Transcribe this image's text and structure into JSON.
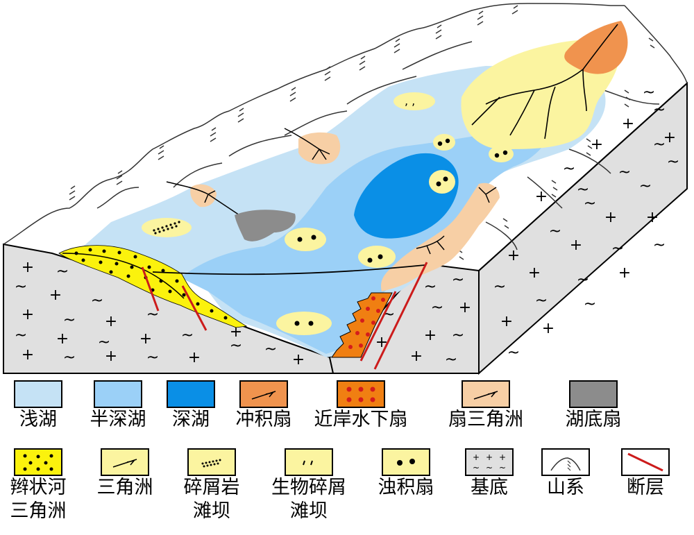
{
  "colors": {
    "shallow_lake": "#c5e2f5",
    "semi_deep_lake": "#9bd0f7",
    "deep_lake": "#0a8fe6",
    "alluvial_fan": "#f0934e",
    "nearshore_subaqueous_fan": "#f07f12",
    "fan_delta": "#f7cfa5",
    "sublacustrine_fan": "#8c8c8c",
    "braided_delta": "#fbf20d",
    "delta": "#fbf4a0",
    "basement": "#e0e0e0",
    "fault": "#cc1b1b"
  },
  "legend": [
    {
      "key": "shallow_lake",
      "label": "浅湖",
      "icon": "solid-swatch"
    },
    {
      "key": "semi_deep_lake",
      "label": "半深湖",
      "icon": "solid-swatch"
    },
    {
      "key": "deep_lake",
      "label": "深湖",
      "icon": "solid-swatch"
    },
    {
      "key": "alluvial_fan",
      "label": "冲积扇",
      "icon": "channel-arrow-icon"
    },
    {
      "key": "nearshore_subaqueous_fan",
      "label": "近岸水下扇",
      "icon": "red-dots-icon"
    },
    {
      "key": "fan_delta",
      "label": "扇三角洲",
      "icon": "channel-arrow-icon"
    },
    {
      "key": "sublacustrine_fan",
      "label": "湖底扇",
      "icon": "solid-swatch"
    },
    {
      "key": "braided_delta",
      "label1": "辫状河",
      "label2": "三角洲",
      "icon": "black-dots-icon"
    },
    {
      "key": "delta",
      "label": "三角洲",
      "icon": "channel-arrow-icon"
    },
    {
      "key": "clastic_bar",
      "label1": "碎屑岩",
      "label2": "滩坝",
      "icon": "dotted-rows-icon"
    },
    {
      "key": "bioclastic_bar",
      "label1": "生物碎屑",
      "label2": "滩坝",
      "icon": "comma-marks-icon"
    },
    {
      "key": "turbidite_fan",
      "label": "浊积扇",
      "icon": "two-dots-icon"
    },
    {
      "key": "basement",
      "label": "基底",
      "icon": "plus-tilde-icon"
    },
    {
      "key": "mountains",
      "label": "山系",
      "icon": "mountain-icon"
    },
    {
      "key": "fault",
      "label": "断层",
      "icon": "red-line-icon"
    }
  ]
}
